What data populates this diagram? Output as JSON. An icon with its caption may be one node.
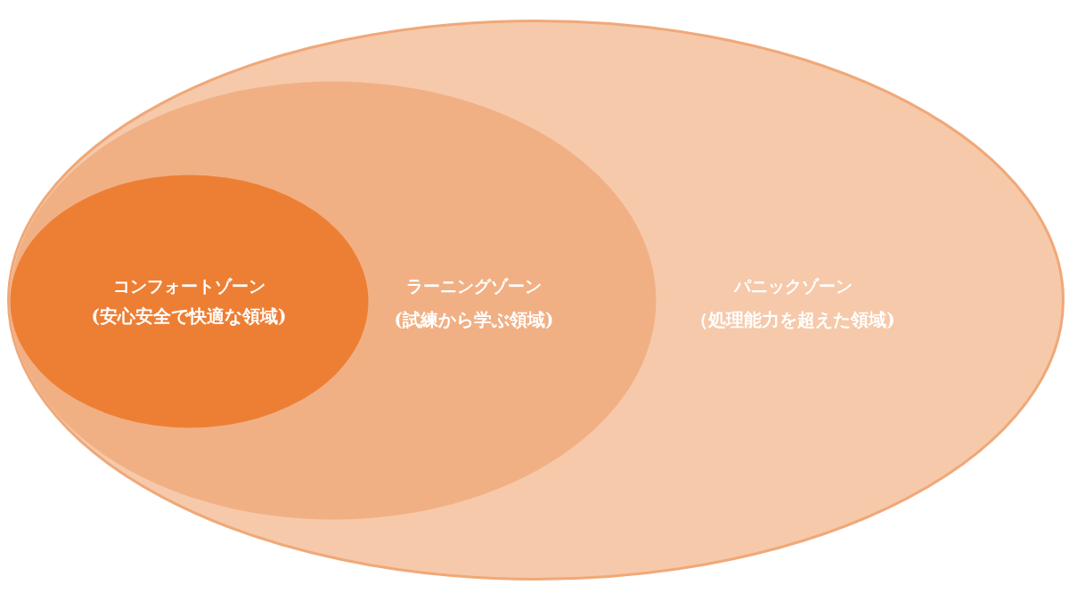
{
  "diagram": {
    "nodes": [
      {
        "text": [
          "パニックゾーン",
          "（処理能力を超えた領域)"
        ]
      },
      {
        "text": [
          "ラーニングゾーン",
          "(試練から学ぶ領域)"
        ],
        "in": 0
      },
      {
        "text": [
          "コンフォートゾーン",
          "(安心安全で快適な領域)"
        ],
        "in": 1
      }
    ]
  }
}
